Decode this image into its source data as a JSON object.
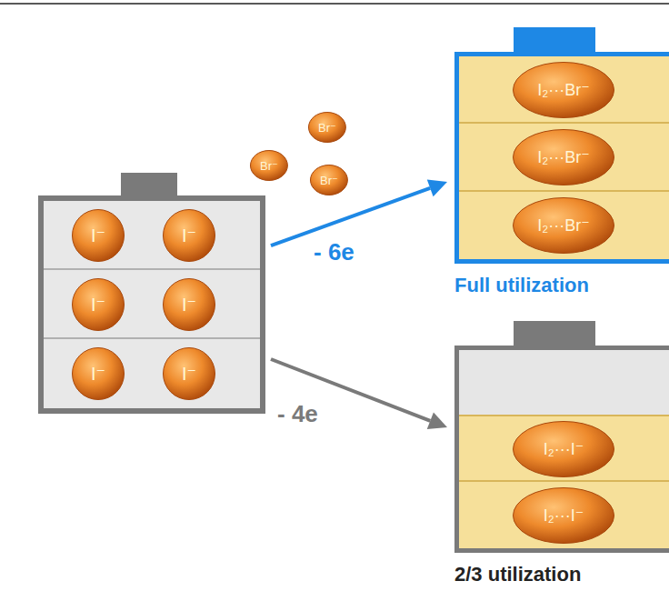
{
  "diagram": {
    "nodes": [
      {
        "text": []
      },
      {
        "text": [
          "I⁻"
        ],
        "in": 0
      },
      {
        "text": [
          "I⁻"
        ],
        "in": 0
      },
      {
        "text": [
          "I⁻"
        ],
        "in": 0
      },
      {
        "text": [
          "I⁻"
        ],
        "in": 0
      },
      {
        "text": [
          "I⁻"
        ],
        "in": 0
      },
      {
        "text": [
          "I⁻"
        ],
        "in": 0
      },
      {
        "text": [
          "Br⁻"
        ]
      },
      {
        "text": [
          "Br⁻"
        ]
      },
      {
        "text": [
          "Br⁻"
        ]
      },
      {
        "text": [
          "Full utilization"
        ]
      },
      {
        "text": [
          "I₂···Br⁻"
        ],
        "in": 10
      },
      {
        "text": [
          "I₂···Br⁻"
        ],
        "in": 10
      },
      {
        "text": [
          "I₂···Br⁻"
        ],
        "in": 10
      },
      {
        "text": [
          "2/3 utilization"
        ]
      },
      {
        "text": [
          "I₂···I⁻"
        ],
        "in": 14
      },
      {
        "text": [
          "I₂···I⁻"
        ],
        "in": 14
      }
    ],
    "edges": [
      {
        "from": 0,
        "to": 10,
        "arrow": "to",
        "label": "- 6e"
      },
      {
        "from": 0,
        "to": 14,
        "arrow": "to",
        "label": "- 4e"
      }
    ]
  }
}
